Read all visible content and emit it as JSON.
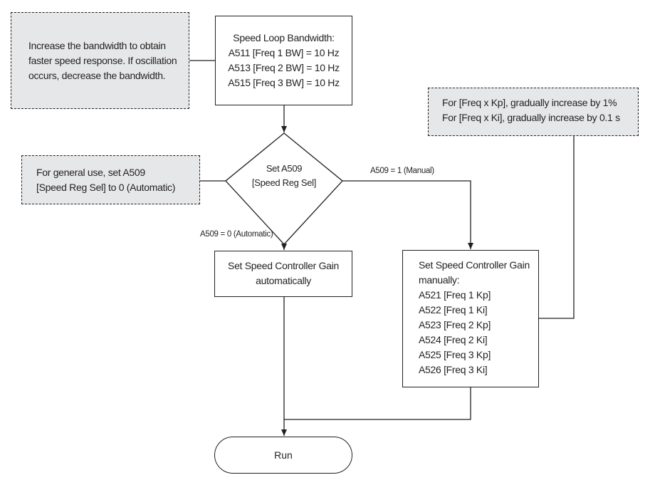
{
  "notes": {
    "bandwidth": [
      "Increase the bandwidth to obtain",
      "faster speed response. If oscillation",
      "occurs, decrease the bandwidth."
    ],
    "general_use": [
      "For general use, set A509",
      "[Speed Reg Sel] to 0 (Automatic)"
    ],
    "gradual": [
      "For [Freq x Kp], gradually increase by 1%",
      "For [Freq x Ki], gradually increase by 0.1 s"
    ]
  },
  "bandwidth_box": [
    "Speed Loop Bandwidth:",
    "A511 [Freq 1 BW] = 10 Hz",
    "A513 [Freq 2 BW] = 10 Hz",
    "A515 [Freq 3 BW] = 10 Hz"
  ],
  "decision": [
    "Set A509",
    "[Speed Reg Sel]"
  ],
  "edges": {
    "manual": "A509 = 1 (Manual)",
    "automatic": "A509 = 0 (Automatic)"
  },
  "auto_box": [
    "Set Speed Controller Gain",
    "automatically"
  ],
  "manual_box": {
    "title": [
      "Set Speed Controller Gain",
      "manually:"
    ],
    "items": [
      "A521 [Freq 1 Kp]",
      "A522 [Freq 1 Ki]",
      "A523 [Freq 2 Kp]",
      "A524 [Freq 2 Ki]",
      "A525 [Freq 3 Kp]",
      "A526 [Freq 3 Ki]"
    ]
  },
  "terminal": "Run"
}
